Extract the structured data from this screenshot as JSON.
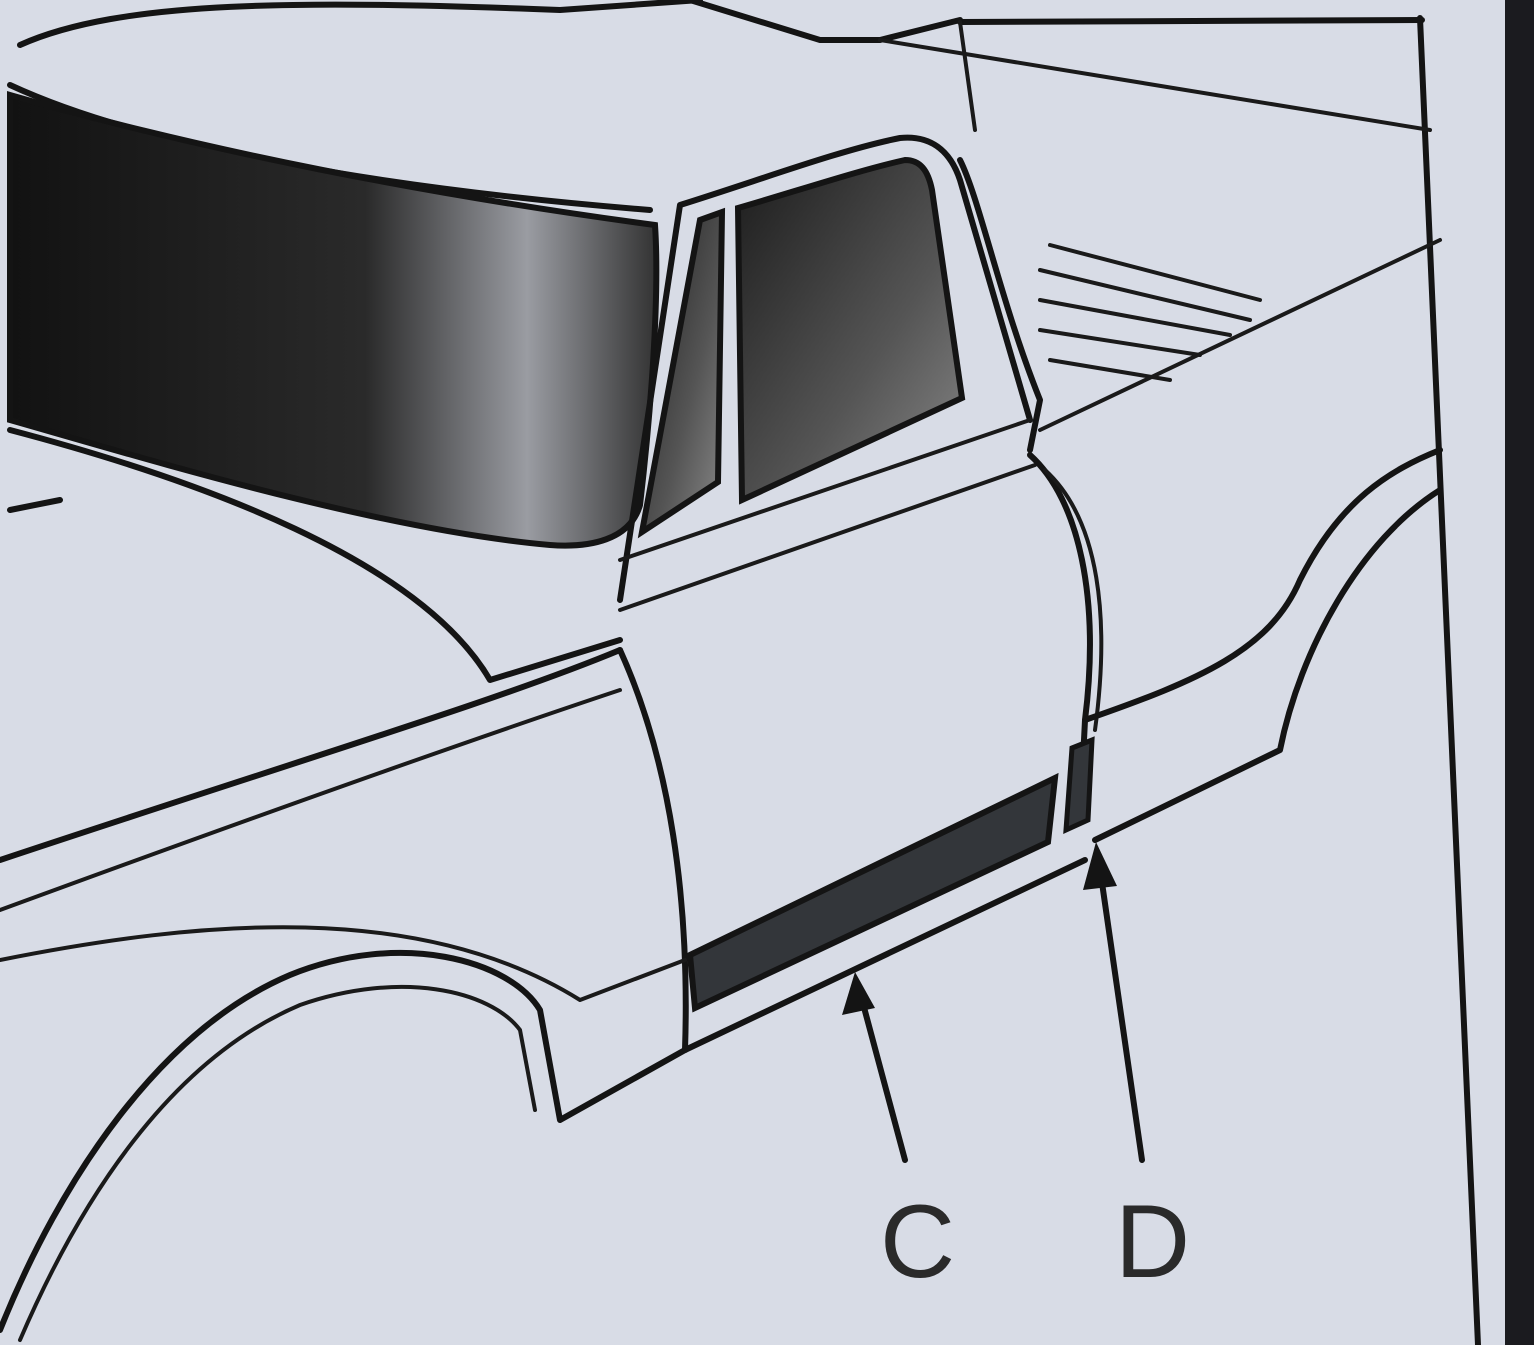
{
  "diagram": {
    "subject": "pickup-truck-cab-side-view",
    "callouts": [
      {
        "id": "c",
        "label": "C"
      },
      {
        "id": "d",
        "label": "D"
      }
    ],
    "colors": {
      "paper": "#d8dce6",
      "ink": "#141414",
      "glass": "#2b2b2b"
    }
  }
}
